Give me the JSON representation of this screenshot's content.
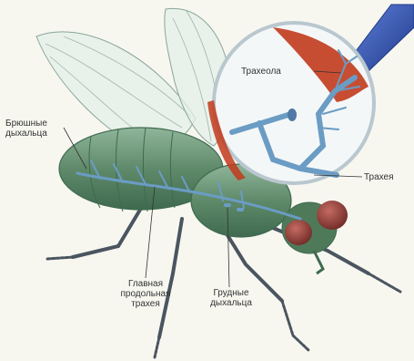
{
  "labels": {
    "abdominal_spiracles": [
      "Брюшные",
      "дыхальца"
    ],
    "tracheole": "Трахеола",
    "trachea": "Трахея",
    "main_trachea": [
      "Главная",
      "продольная",
      "трахея"
    ],
    "thoracic_spiracles": [
      "Грудные",
      "дыхальца"
    ]
  },
  "colors": {
    "body": "#5f8a6a",
    "body_dark": "#3f6a4f",
    "wing": "#e3efe8",
    "trachea": "#6a9cc4",
    "tracheole_tissue": "#c23a1c",
    "eye": "#8b3a34",
    "magnifier_handle": "#2f4fa8"
  }
}
